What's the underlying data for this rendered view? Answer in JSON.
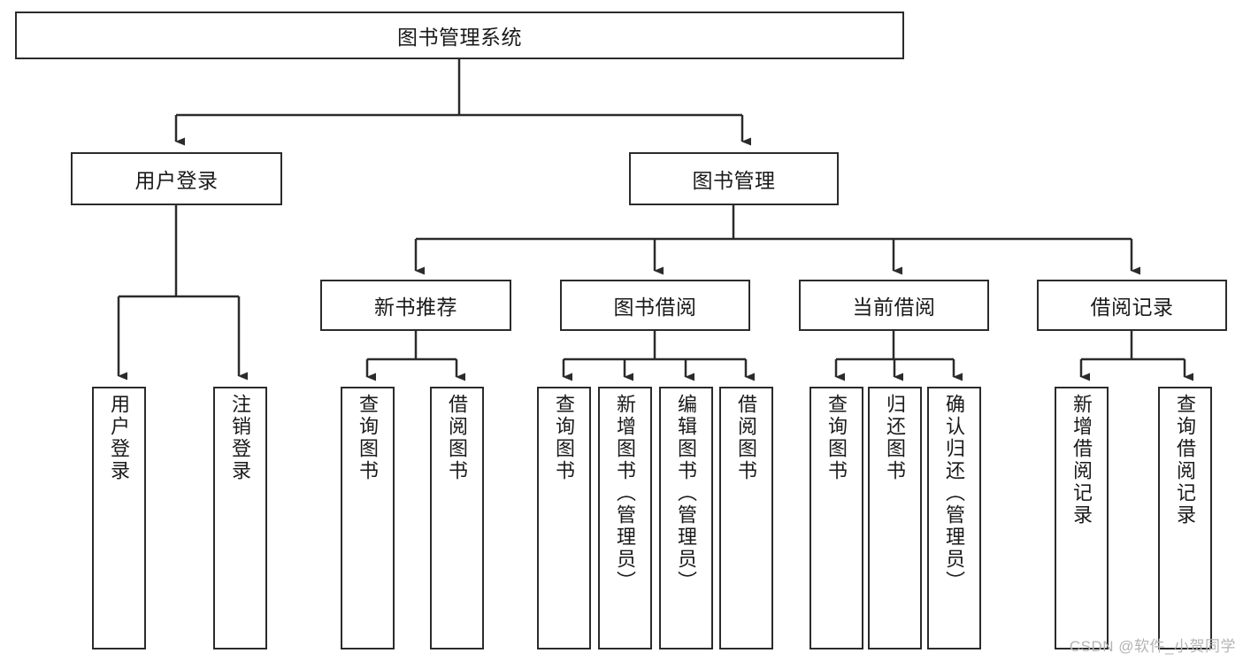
{
  "diagram": {
    "type": "hierarchy-tree",
    "title": "图书管理系统",
    "root": {
      "id": "root",
      "label": "图书管理系统"
    },
    "level2": [
      {
        "id": "user-login",
        "label": "用户登录"
      },
      {
        "id": "book-manage",
        "label": "图书管理"
      }
    ],
    "level3": [
      {
        "id": "new-book-recommend",
        "label": "新书推荐",
        "parent": "book-manage"
      },
      {
        "id": "book-borrow",
        "label": "图书借阅",
        "parent": "book-manage"
      },
      {
        "id": "current-borrow",
        "label": "当前借阅",
        "parent": "book-manage"
      },
      {
        "id": "borrow-record",
        "label": "借阅记录",
        "parent": "book-manage"
      }
    ],
    "leaves": [
      {
        "id": "leaf-user-login",
        "label": "用户登录",
        "parent": "user-login"
      },
      {
        "id": "leaf-logout-login",
        "label": "注销登录",
        "parent": "user-login"
      },
      {
        "id": "leaf-query-book-1",
        "label": "查询图书",
        "parent": "new-book-recommend"
      },
      {
        "id": "leaf-borrow-book-1",
        "label": "借阅图书",
        "parent": "new-book-recommend"
      },
      {
        "id": "leaf-query-book-2",
        "label": "查询图书",
        "parent": "book-borrow"
      },
      {
        "id": "leaf-add-book",
        "label": "新增图书（管理员）",
        "parent": "book-borrow"
      },
      {
        "id": "leaf-edit-book",
        "label": "编辑图书（管理员）",
        "parent": "book-borrow"
      },
      {
        "id": "leaf-borrow-book-2",
        "label": "借阅图书",
        "parent": "book-borrow"
      },
      {
        "id": "leaf-query-book-3",
        "label": "查询图书",
        "parent": "current-borrow"
      },
      {
        "id": "leaf-return-book",
        "label": "归还图书",
        "parent": "current-borrow"
      },
      {
        "id": "leaf-confirm-return",
        "label": "确认归还（管理员）",
        "parent": "current-borrow"
      },
      {
        "id": "leaf-add-record",
        "label": "新增借阅记录",
        "parent": "borrow-record"
      },
      {
        "id": "leaf-query-record",
        "label": "查询借阅记录",
        "parent": "borrow-record"
      }
    ]
  },
  "watermark": {
    "text": "CSDN @软件_小贺同学"
  },
  "colors": {
    "stroke": "#2b2b2b",
    "background": "#ffffff",
    "text": "#1a1a1a",
    "watermark": "#b4b4b4"
  }
}
